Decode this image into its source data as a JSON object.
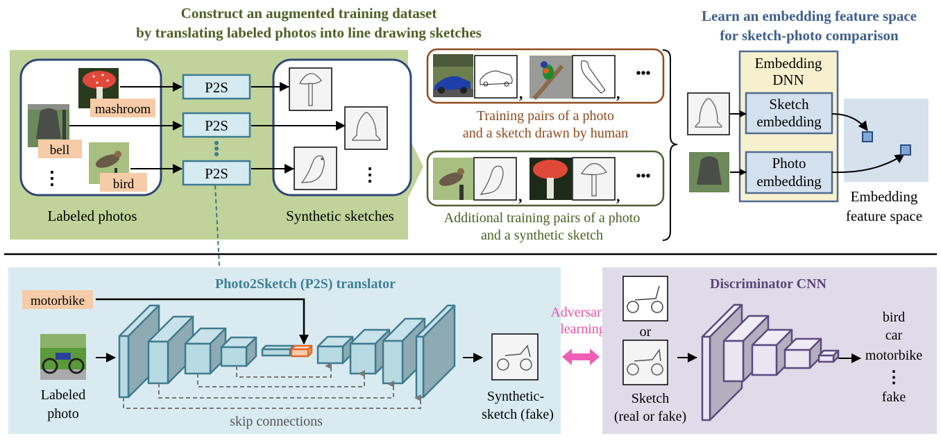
{
  "colors": {
    "green_panel": "#c0d39a",
    "green_title": "#4e5f23",
    "blue_title": "#3e5f8e",
    "teal_title": "#3f7f96",
    "purple_title": "#5b4778",
    "p2s_fill": "#d6ebf1",
    "p2s_border": "#3c7a93",
    "rounded_border": "#2c4676",
    "label_fill": "#f6cba7",
    "human_pair_border": "#8e4a1c",
    "human_pair_text": "#8e4a1c",
    "synthetic_pair_border": "#4e5f30",
    "synthetic_pair_text": "#4e5f23",
    "embedding_dnn_fill": "#f7f0cf",
    "embedding_dnn_border": "#4f6a92",
    "embedding_box_fill": "#d3e0ee",
    "feature_space_fill": "#d6e1ee",
    "feature_point_fill": "#7fa8d8",
    "feature_point_border": "#2e4a78",
    "translator_panel": "#d9ebf1",
    "layer_front": "#b7dae3",
    "layer_side": "#8eaab2",
    "layer_border": "#3f7b8f",
    "code_fill": "#f8cda9",
    "code_border": "#e0692a",
    "skip_line": "#777777",
    "adversarial_pink": "#ee4fa6",
    "discriminator_panel": "#e0dbe8",
    "disc_front": "#eae5f1",
    "disc_side": "#b4aebe",
    "disc_border": "#5a4a80"
  },
  "top_left": {
    "title_line1": "Construct an augmented training dataset",
    "title_line2": "by translating labeled photos into line drawing sketches",
    "labeled_photos_caption": "Labeled photos",
    "photo_labels": [
      "mashroom",
      "bell",
      "bird"
    ],
    "p2s_label": "P2S",
    "synthetic_sketches_caption": "Synthetic sketches",
    "ellipsis": "⋮"
  },
  "pairs": {
    "human_caption_line1": "Training pairs of a photo",
    "human_caption_line2": "and a sketch drawn by human",
    "human_items": [
      "car photo",
      "car sketch",
      "parrot photo",
      "parrot sketch"
    ],
    "synthetic_caption_line1": "Additional training pairs of a photo",
    "synthetic_caption_line2": "and a synthetic sketch",
    "synthetic_items": [
      "bird photo",
      "bird synthetic sketch",
      "mushroom photo",
      "mushroom synthetic sketch"
    ],
    "comma": ",",
    "more": "•••"
  },
  "top_right": {
    "title_line1": "Learn an embedding feature space",
    "title_line2": "for sketch-photo comparison",
    "dnn_label_line1": "Embedding",
    "dnn_label_line2": "DNN",
    "sketch_embedding_line1": "Sketch",
    "sketch_embedding_line2": "embedding",
    "photo_embedding_line1": "Photo",
    "photo_embedding_line2": "embedding",
    "feature_space_line1": "Embedding",
    "feature_space_line2": "feature space"
  },
  "translator": {
    "title": "Photo2Sketch (P2S) translator",
    "class_label": "motorbike",
    "input_caption_line1": "Labeled",
    "input_caption_line2": "photo",
    "skip_caption": "skip connections",
    "output_caption_line1": "Synthetic-",
    "output_caption_line2": "sketch (fake)"
  },
  "adversarial": {
    "line1": "Adversarial",
    "line2": "learning"
  },
  "discriminator": {
    "title": "Discriminator CNN",
    "or_label": "or",
    "input_caption_line1": "Sketch",
    "input_caption_line2": "(real or fake)",
    "outputs": [
      "bird",
      "car",
      "motorbike",
      "⋮",
      "fake"
    ]
  }
}
